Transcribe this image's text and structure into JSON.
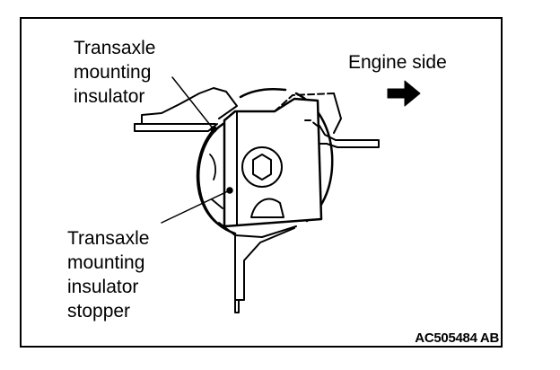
{
  "labels": {
    "insulator": [
      "Transaxle",
      "mounting",
      "insulator"
    ],
    "stopper": [
      "Transaxle",
      "mounting",
      "insulator",
      "stopper"
    ],
    "engine_side": "Engine side"
  },
  "figure_code": "AC505484 AB"
}
